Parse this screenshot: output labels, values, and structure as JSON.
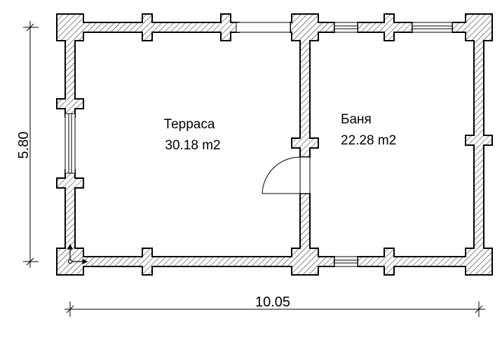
{
  "rooms": [
    {
      "name": "Терраса",
      "area": "30.18 m2"
    },
    {
      "name": "Баня",
      "area": "22.28 m2"
    }
  ],
  "dimensions": {
    "width": "10.05",
    "height": "5.80"
  }
}
